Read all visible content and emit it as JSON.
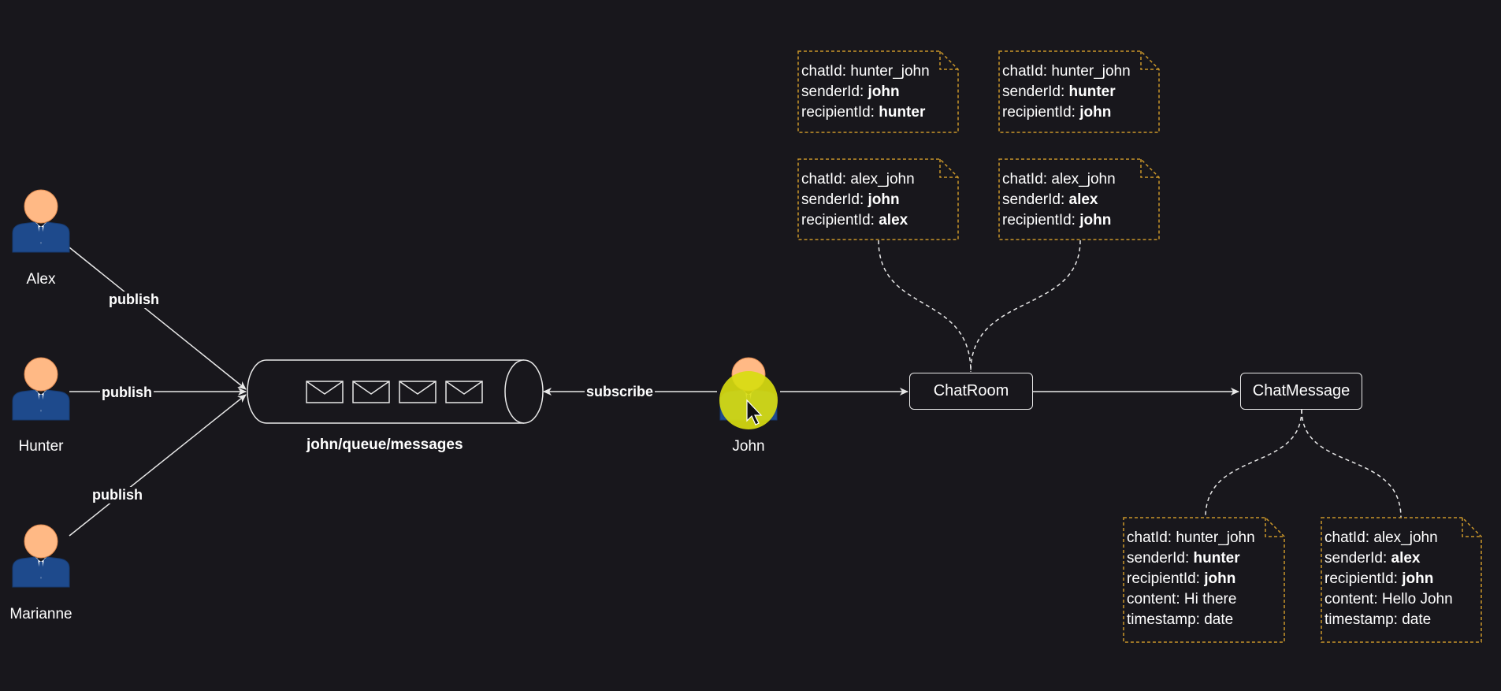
{
  "actors": {
    "alex": "Alex",
    "hunter": "Hunter",
    "marianne": "Marianne",
    "john": "John"
  },
  "edges": {
    "publish_alex": "publish",
    "publish_hunter": "publish",
    "publish_marianne": "publish",
    "subscribe": "subscribe"
  },
  "queue": {
    "label": "john/queue/messages"
  },
  "entities": {
    "chat_room": "ChatRoom",
    "chat_message": "ChatMessage"
  },
  "room_notes": [
    {
      "chatId_key": "chatId:",
      "chatId": "hunter_john",
      "sender_key": "senderId:",
      "sender": "john",
      "recipient_key": "recipientId:",
      "recipient": "hunter"
    },
    {
      "chatId_key": "chatId:",
      "chatId": "hunter_john",
      "sender_key": "senderId:",
      "sender": "hunter",
      "recipient_key": "recipientId:",
      "recipient": "john"
    },
    {
      "chatId_key": "chatId:",
      "chatId": "alex_john",
      "sender_key": "senderId:",
      "sender": "john",
      "recipient_key": "recipientId:",
      "recipient": "alex"
    },
    {
      "chatId_key": "chatId:",
      "chatId": "alex_john",
      "sender_key": "senderId:",
      "sender": "alex",
      "recipient_key": "recipientId:",
      "recipient": "john"
    }
  ],
  "message_notes": [
    {
      "chatId_key": "chatId:",
      "chatId": "hunter_john",
      "sender_key": "senderId:",
      "sender": "hunter",
      "recipient_key": "recipientId:",
      "recipient": "john",
      "content_key": "content:",
      "content": "Hi there",
      "timestamp_key": "timestamp:",
      "timestamp": "date"
    },
    {
      "chatId_key": "chatId:",
      "chatId": "alex_john",
      "sender_key": "senderId:",
      "sender": "alex",
      "recipient_key": "recipientId:",
      "recipient": "john",
      "content_key": "content:",
      "content": "Hello John",
      "timestamp_key": "timestamp:",
      "timestamp": "date"
    }
  ],
  "colors": {
    "background": "#18171c",
    "line": "#e8e8e8",
    "note_border": "#c9962a",
    "person_head": "#ffb985",
    "person_body": "#1e4a8c",
    "cursor_highlight": "#d8dc10"
  }
}
